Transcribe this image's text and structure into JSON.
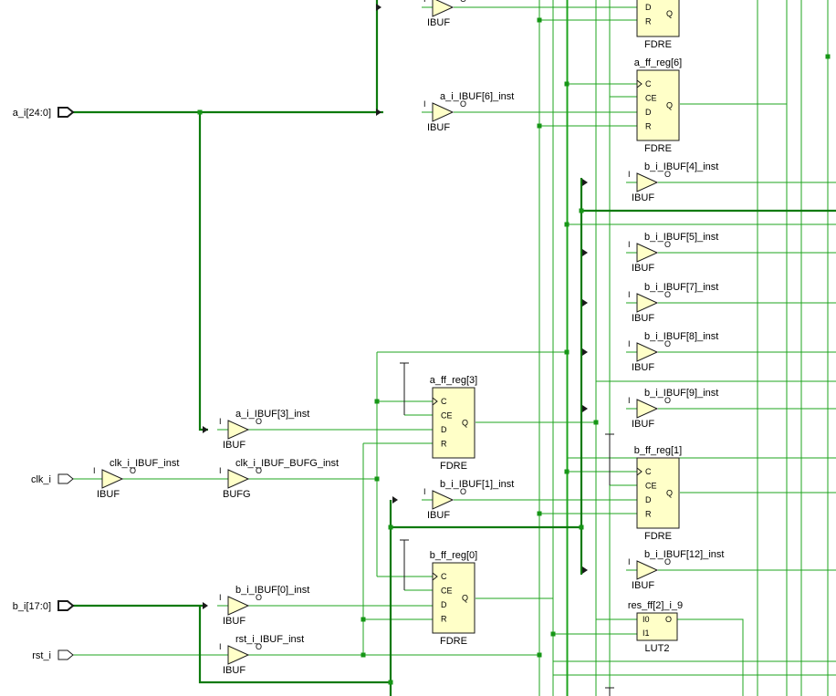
{
  "ports": [
    {
      "id": "a_i",
      "label": "a_i[24:0]",
      "bus": true
    },
    {
      "id": "clk_i",
      "label": "clk_i",
      "bus": false
    },
    {
      "id": "b_i",
      "label": "b_i[17:0]",
      "bus": true
    },
    {
      "id": "rst_i",
      "label": "rst_i",
      "bus": false
    }
  ],
  "buffers": [
    {
      "id": "a_buf_top",
      "inst": "",
      "type": "IBUF",
      "pin_in": "I",
      "pin_out": "O"
    },
    {
      "id": "a_buf6",
      "inst": "a_i_IBUF[6]_inst",
      "type": "IBUF",
      "pin_in": "I",
      "pin_out": "O"
    },
    {
      "id": "b_buf4",
      "inst": "b_i_IBUF[4]_inst",
      "type": "IBUF",
      "pin_in": "I",
      "pin_out": "O"
    },
    {
      "id": "b_buf5",
      "inst": "b_i_IBUF[5]_inst",
      "type": "IBUF",
      "pin_in": "I",
      "pin_out": "O"
    },
    {
      "id": "b_buf7",
      "inst": "b_i_IBUF[7]_inst",
      "type": "IBUF",
      "pin_in": "I",
      "pin_out": "O"
    },
    {
      "id": "b_buf8",
      "inst": "b_i_IBUF[8]_inst",
      "type": "IBUF",
      "pin_in": "I",
      "pin_out": "O"
    },
    {
      "id": "b_buf9",
      "inst": "b_i_IBUF[9]_inst",
      "type": "IBUF",
      "pin_in": "I",
      "pin_out": "O"
    },
    {
      "id": "a_buf3",
      "inst": "a_i_IBUF[3]_inst",
      "type": "IBUF",
      "pin_in": "I",
      "pin_out": "O"
    },
    {
      "id": "clk_buf",
      "inst": "clk_i_IBUF_inst",
      "type": "IBUF",
      "pin_in": "I",
      "pin_out": "O"
    },
    {
      "id": "clk_bufg",
      "inst": "clk_i_IBUF_BUFG_inst",
      "type": "BUFG",
      "pin_in": "I",
      "pin_out": "O"
    },
    {
      "id": "b_buf1",
      "inst": "b_i_IBUF[1]_inst",
      "type": "IBUF",
      "pin_in": "I",
      "pin_out": "O"
    },
    {
      "id": "b_buf12",
      "inst": "b_i_IBUF[12]_inst",
      "type": "IBUF",
      "pin_in": "I",
      "pin_out": "O"
    },
    {
      "id": "b_buf0",
      "inst": "b_i_IBUF[0]_inst",
      "type": "IBUF",
      "pin_in": "I",
      "pin_out": "O"
    },
    {
      "id": "rst_buf",
      "inst": "rst_i_IBUF_inst",
      "type": "IBUF",
      "pin_in": "I",
      "pin_out": "O"
    }
  ],
  "registers": [
    {
      "id": "ff_top",
      "inst": "",
      "type": "FDRE",
      "pins_left": [
        "D",
        "R"
      ],
      "pin_out": "Q"
    },
    {
      "id": "a_ff6",
      "inst": "a_ff_reg[6]",
      "type": "FDRE",
      "pins_left": [
        "C",
        "CE",
        "D",
        "R"
      ],
      "pin_out": "Q"
    },
    {
      "id": "a_ff3",
      "inst": "a_ff_reg[3]",
      "type": "FDRE",
      "pins_left": [
        "C",
        "CE",
        "D",
        "R"
      ],
      "pin_out": "Q"
    },
    {
      "id": "b_ff1",
      "inst": "b_ff_reg[1]",
      "type": "FDRE",
      "pins_left": [
        "C",
        "CE",
        "D",
        "R"
      ],
      "pin_out": "Q"
    },
    {
      "id": "b_ff0",
      "inst": "b_ff_reg[0]",
      "type": "FDRE",
      "pins_left": [
        "C",
        "CE",
        "D",
        "R"
      ],
      "pin_out": "Q"
    }
  ],
  "luts": [
    {
      "id": "lut_res",
      "inst": "res_ff[2]_i_9",
      "type": "LUT2",
      "pins_left": [
        "I0",
        "I1"
      ],
      "pin_out": "O"
    }
  ]
}
